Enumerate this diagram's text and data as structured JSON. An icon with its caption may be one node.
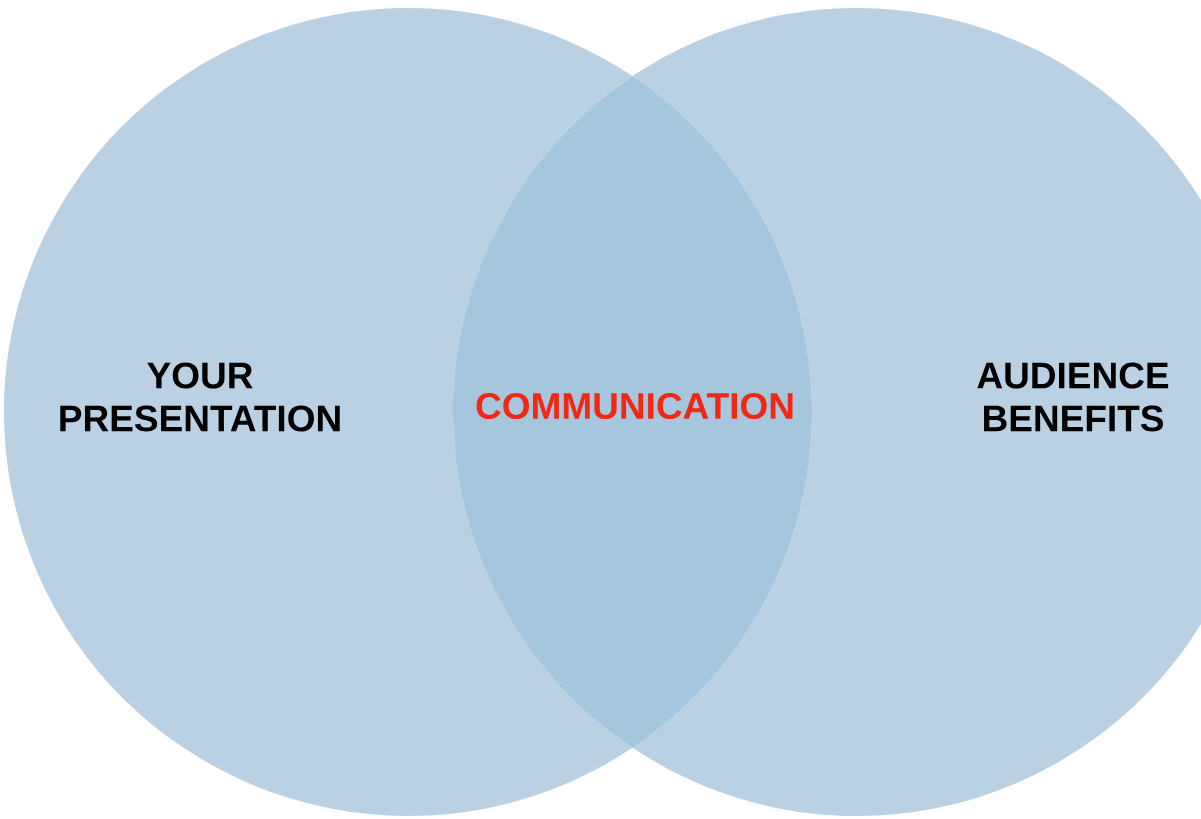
{
  "diagram": {
    "nodes": [
      {
        "text": [
          "YOUR PRESENTATION"
        ]
      },
      {
        "text": [
          "AUDIENCE BENEFITS"
        ]
      }
    ],
    "labels": [
      "COMMUNICATION"
    ]
  }
}
